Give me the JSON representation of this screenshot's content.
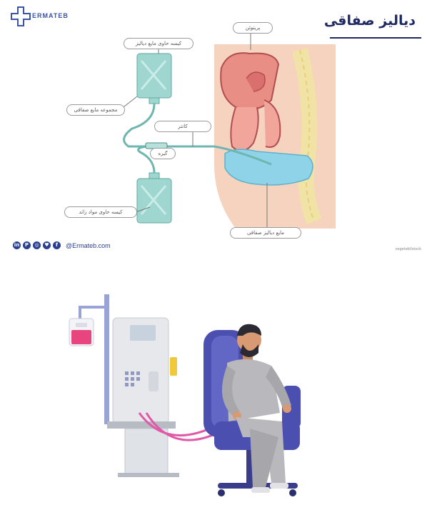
{
  "brand": {
    "name": "ERMATEB"
  },
  "title": "دیالیز صفاقی",
  "labels": {
    "peritoneum": "پریتوئن",
    "dialysate_bag_in": "کیسه حاوی مایع دیالیز",
    "catheter_tube": "مجموعه مایع صفاقی",
    "catheter": "کاتتر",
    "clamp": "گیره",
    "drain_bag": "کیسه حاوی مواد زائد",
    "peritoneal_fluid": "مایع دیالیز صفاقی"
  },
  "footer": {
    "social_icons": [
      "in",
      "P",
      "◎",
      "♥",
      "f"
    ],
    "website": "@Ermateb.com",
    "credit": "vegetebllstock"
  },
  "colors": {
    "brand": "#2a3f8f",
    "bag": "#9fd6cf",
    "belly": "#f6d3bf",
    "fluid": "#8fd3e8",
    "machine": "#d9dce0",
    "chair": "#4b4fb0",
    "lines": "#e05aa8"
  }
}
